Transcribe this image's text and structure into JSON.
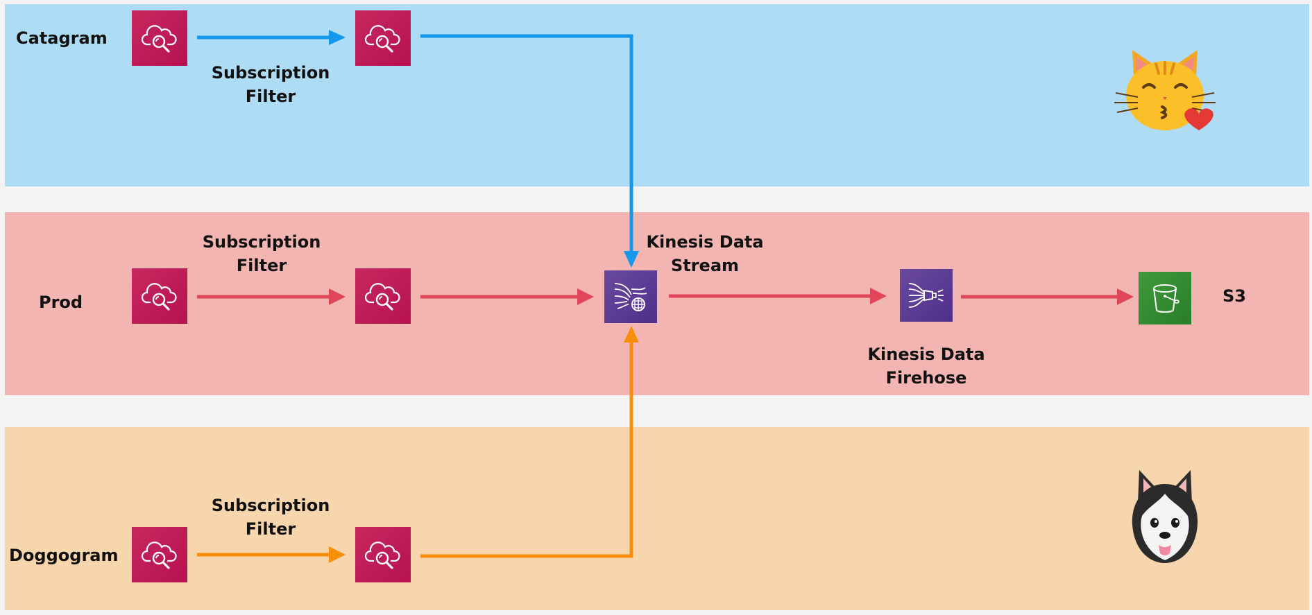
{
  "rows": {
    "catagram": {
      "label": "Catagram",
      "filter_label": [
        "Subscription",
        "Filter"
      ]
    },
    "prod": {
      "label": "Prod",
      "filter_label": [
        "Subscription",
        "Filter"
      ]
    },
    "doggogram": {
      "label": "Doggogram",
      "filter_label": [
        "Subscription",
        "Filter"
      ]
    }
  },
  "services": {
    "kinesis_stream": {
      "label": [
        "Kinesis Data",
        "Stream"
      ],
      "icon": "kinesis-data-stream-icon"
    },
    "kinesis_firehose": {
      "label": [
        "Kinesis Data",
        "Firehose"
      ],
      "icon": "kinesis-data-firehose-icon"
    },
    "s3": {
      "label": "S3",
      "icon": "s3-bucket-icon"
    },
    "cloudwatch": {
      "icon": "cloudwatch-logs-icon"
    }
  },
  "colors": {
    "catagram_band": "#afdcf5",
    "prod_band": "#f2b5b2",
    "doggogram_band": "#f7d6ad",
    "blue_arrow": "#1597ea",
    "red_arrow": "#e0465a",
    "orange_arrow": "#f78f0b",
    "cloudwatch": "#c2205a",
    "kinesis": "#5a3a94",
    "s3": "#34913a"
  },
  "mascots": {
    "top": "cat-emoji",
    "bottom": "husky-emoji"
  }
}
